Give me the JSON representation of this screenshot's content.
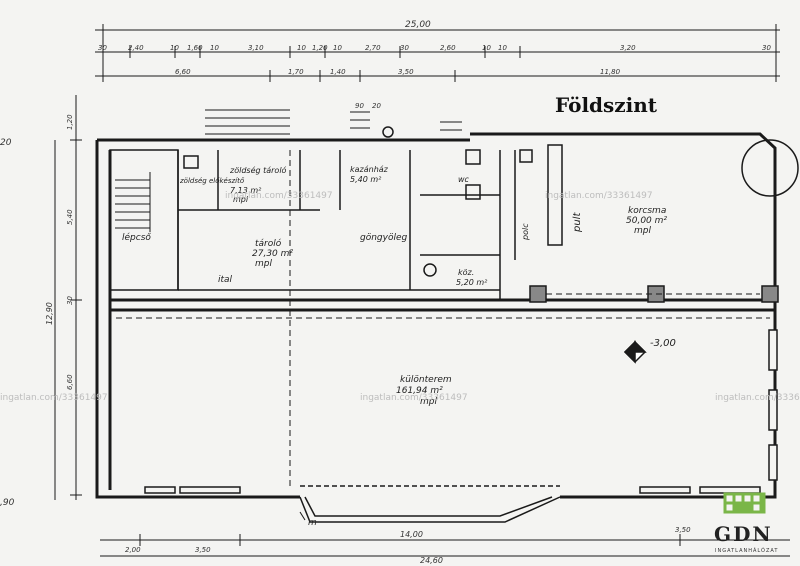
{
  "title": "Földszint",
  "rooms": {
    "lepcso": "lépcső",
    "zoldseg_eloker": "zöldség előkészítő",
    "zoldseg_tarolo": "zöldség tároló",
    "zoldseg_tarolo_area": "7,13 m²",
    "mpl": "mpl",
    "kazanhaz": "kazánház",
    "kazanhaz_area": "5,40 m²",
    "tarolo": "tároló",
    "tarolo_area": "27,30 m²",
    "ital": "ital",
    "gangyoleg": "göngyöleg",
    "wc": "wc",
    "koz": "köz.",
    "koz_area": "5,20 m²",
    "pult": "pult",
    "polc": "polc",
    "korcsma": "korcsma",
    "korcsma_area": "50,00 m²",
    "kulonterem": "különterem",
    "kulonterem_area": "161,94 m²",
    "level": "-3,00",
    "m": "m"
  },
  "dims": {
    "total_top": "25,00",
    "total_bottom": "24,60",
    "bottom_14": "14,00",
    "row1": [
      "30",
      "2,40",
      "10",
      "1,60",
      "10",
      "3,10",
      "10",
      "1,20",
      "10",
      "2,70",
      "30",
      "2,60",
      "10",
      "10",
      "3,20",
      "30"
    ],
    "row2": [
      "6,60",
      "1,70",
      "1,40",
      "3,50",
      "11,80"
    ],
    "left_total": "12,90",
    "left_540": "5,40",
    "left_660": "6,60",
    "left_30": "30",
    "left_120": "1,20",
    "left_20": "20",
    "left_90": "90",
    "edge_20": "20",
    "edge_90": ",90",
    "bottom": [
      "2,00",
      "3,50",
      "3,50"
    ]
  },
  "watermark": "ingatlan.com/33361497",
  "logo": {
    "name": "GDN",
    "tag": "INGATLANHÁLÓZAT"
  },
  "colors": {
    "ink": "#1a1a1a",
    "logo_green": "#7ab648"
  }
}
